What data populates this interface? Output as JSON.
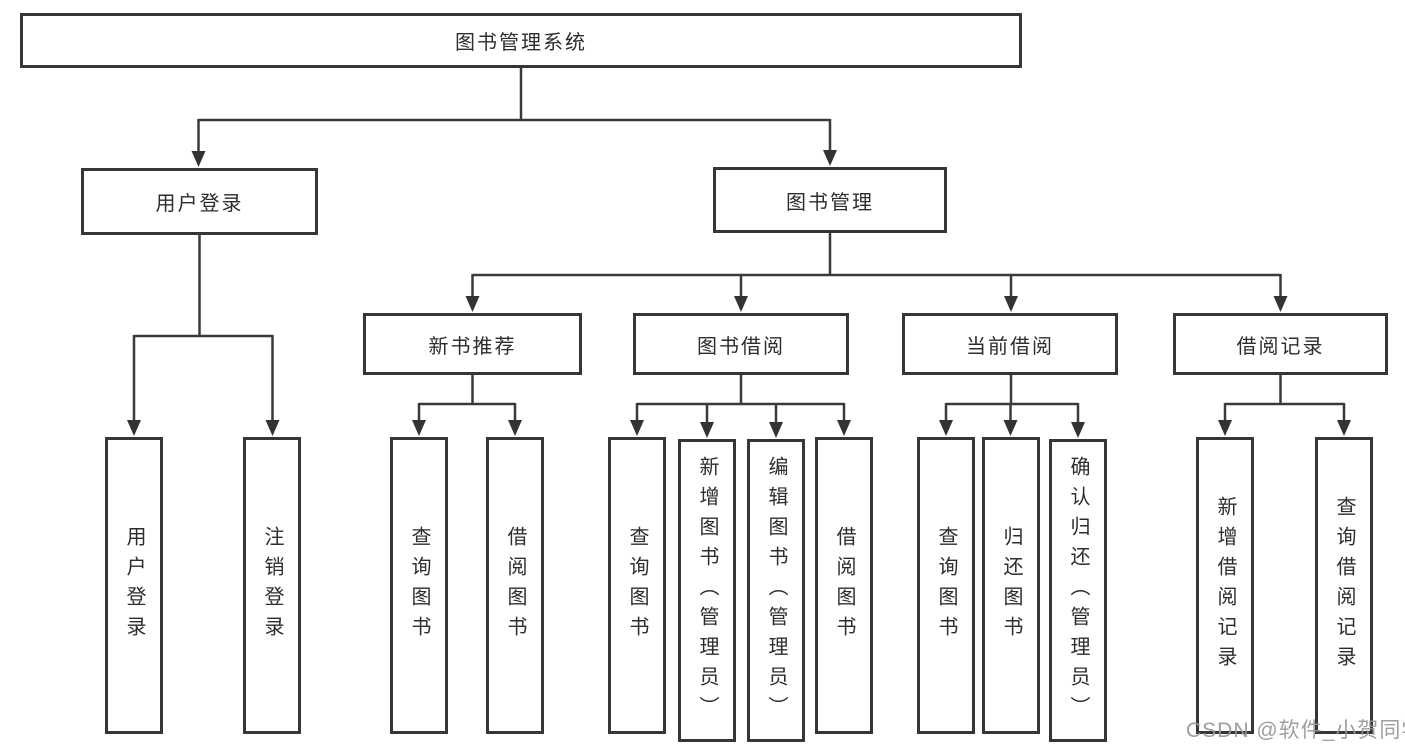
{
  "diagram": {
    "type": "tree",
    "nodes": {
      "root": "图书管理系统",
      "level2": {
        "user_login": "用户登录",
        "book_management": "图书管理"
      },
      "level3": {
        "new_book_recommend": "新书推荐",
        "book_borrow": "图书借阅",
        "current_borrow": "当前借阅",
        "borrow_record": "借阅记录"
      },
      "leaves": {
        "user_login": [
          "用户登录",
          "注销登录"
        ],
        "new_book_recommend": [
          "查询图书",
          "借阅图书"
        ],
        "book_borrow": [
          "查询图书",
          "新增图书（管理员）",
          "编辑图书（管理员）",
          "借阅图书"
        ],
        "current_borrow": [
          "查询图书",
          "归还图书",
          "确认归还（管理员）"
        ],
        "borrow_record": [
          "新增借阅记录",
          "查询借阅记录"
        ]
      }
    },
    "edges": [
      [
        "图书管理系统",
        "用户登录"
      ],
      [
        "图书管理系统",
        "图书管理"
      ],
      [
        "用户登录",
        "用户登录"
      ],
      [
        "用户登录",
        "注销登录"
      ],
      [
        "图书管理",
        "新书推荐"
      ],
      [
        "图书管理",
        "图书借阅"
      ],
      [
        "图书管理",
        "当前借阅"
      ],
      [
        "图书管理",
        "借阅记录"
      ],
      [
        "新书推荐",
        "查询图书"
      ],
      [
        "新书推荐",
        "借阅图书"
      ],
      [
        "图书借阅",
        "查询图书"
      ],
      [
        "图书借阅",
        "新增图书（管理员）"
      ],
      [
        "图书借阅",
        "编辑图书（管理员）"
      ],
      [
        "图书借阅",
        "借阅图书"
      ],
      [
        "当前借阅",
        "查询图书"
      ],
      [
        "当前借阅",
        "归还图书"
      ],
      [
        "当前借阅",
        "确认归还（管理员）"
      ],
      [
        "借阅记录",
        "新增借阅记录"
      ],
      [
        "借阅记录",
        "查询借阅记录"
      ]
    ],
    "colors": {
      "line": "#3a3a3a",
      "box_border": "#363636",
      "text": "#2d2d2d",
      "background": "#ffffff",
      "watermark": "#969696"
    }
  },
  "watermark": {
    "text": "CSDN @软件_小贺同学"
  }
}
